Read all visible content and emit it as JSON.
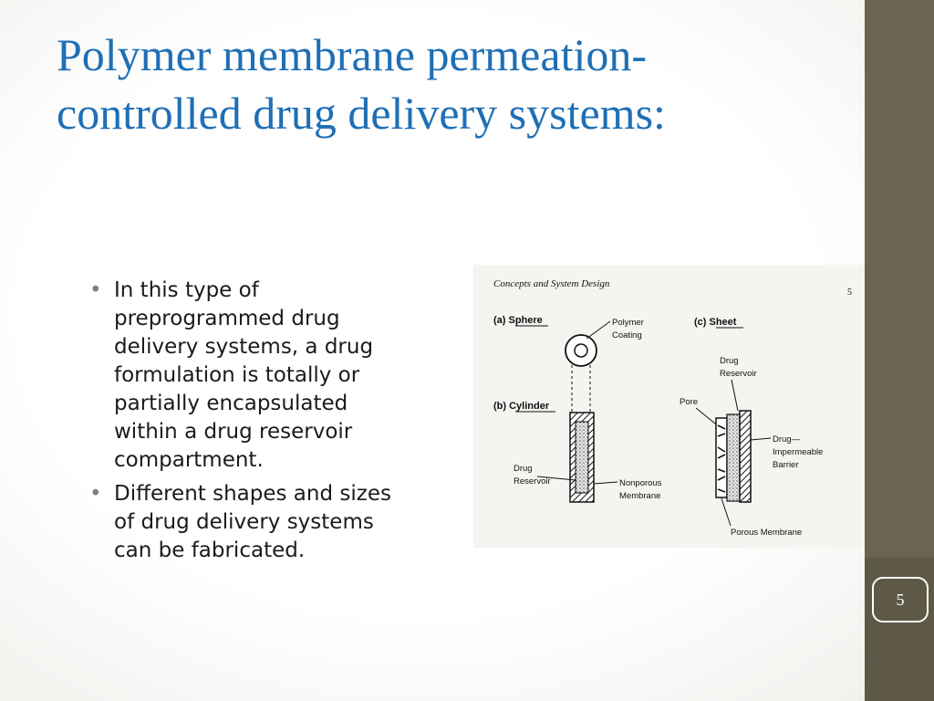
{
  "slide": {
    "title_lines": [
      "Polymer membrane permeation-",
      "controlled drug delivery systems:"
    ],
    "bullets": [
      [
        "In this type of",
        "preprogrammed drug",
        "delivery systems, a drug",
        "formulation is totally or",
        "partially encapsulated",
        "within a drug reservoir",
        "compartment."
      ],
      [
        "Different shapes and sizes",
        "of drug delivery systems",
        "can be fabricated."
      ]
    ],
    "page_number": "5",
    "sidebar_color": "#6b6450",
    "title_color": "#1f6fb5"
  },
  "figure": {
    "header": "Concepts and System Design",
    "page_ref": "5",
    "labels": {
      "sphere": "(a) Sphere",
      "cylinder": "(b) Cylinder",
      "sheet": "(c) Sheet",
      "polymer_coating_1": "Polymer",
      "polymer_coating_2": "Coating",
      "drug_reservoir_1": "Drug",
      "drug_reservoir_2": "Reservoir",
      "nonporous_1": "Nonporous",
      "nonporous_2": "Membrane",
      "sheet_reservoir_1": "Drug",
      "sheet_reservoir_2": "Reservoir",
      "pore": "Pore",
      "barrier_1": "Drug—",
      "barrier_2": "Impermeable",
      "barrier_3": "Barrier",
      "porous_membrane": "Porous Membrane"
    }
  }
}
